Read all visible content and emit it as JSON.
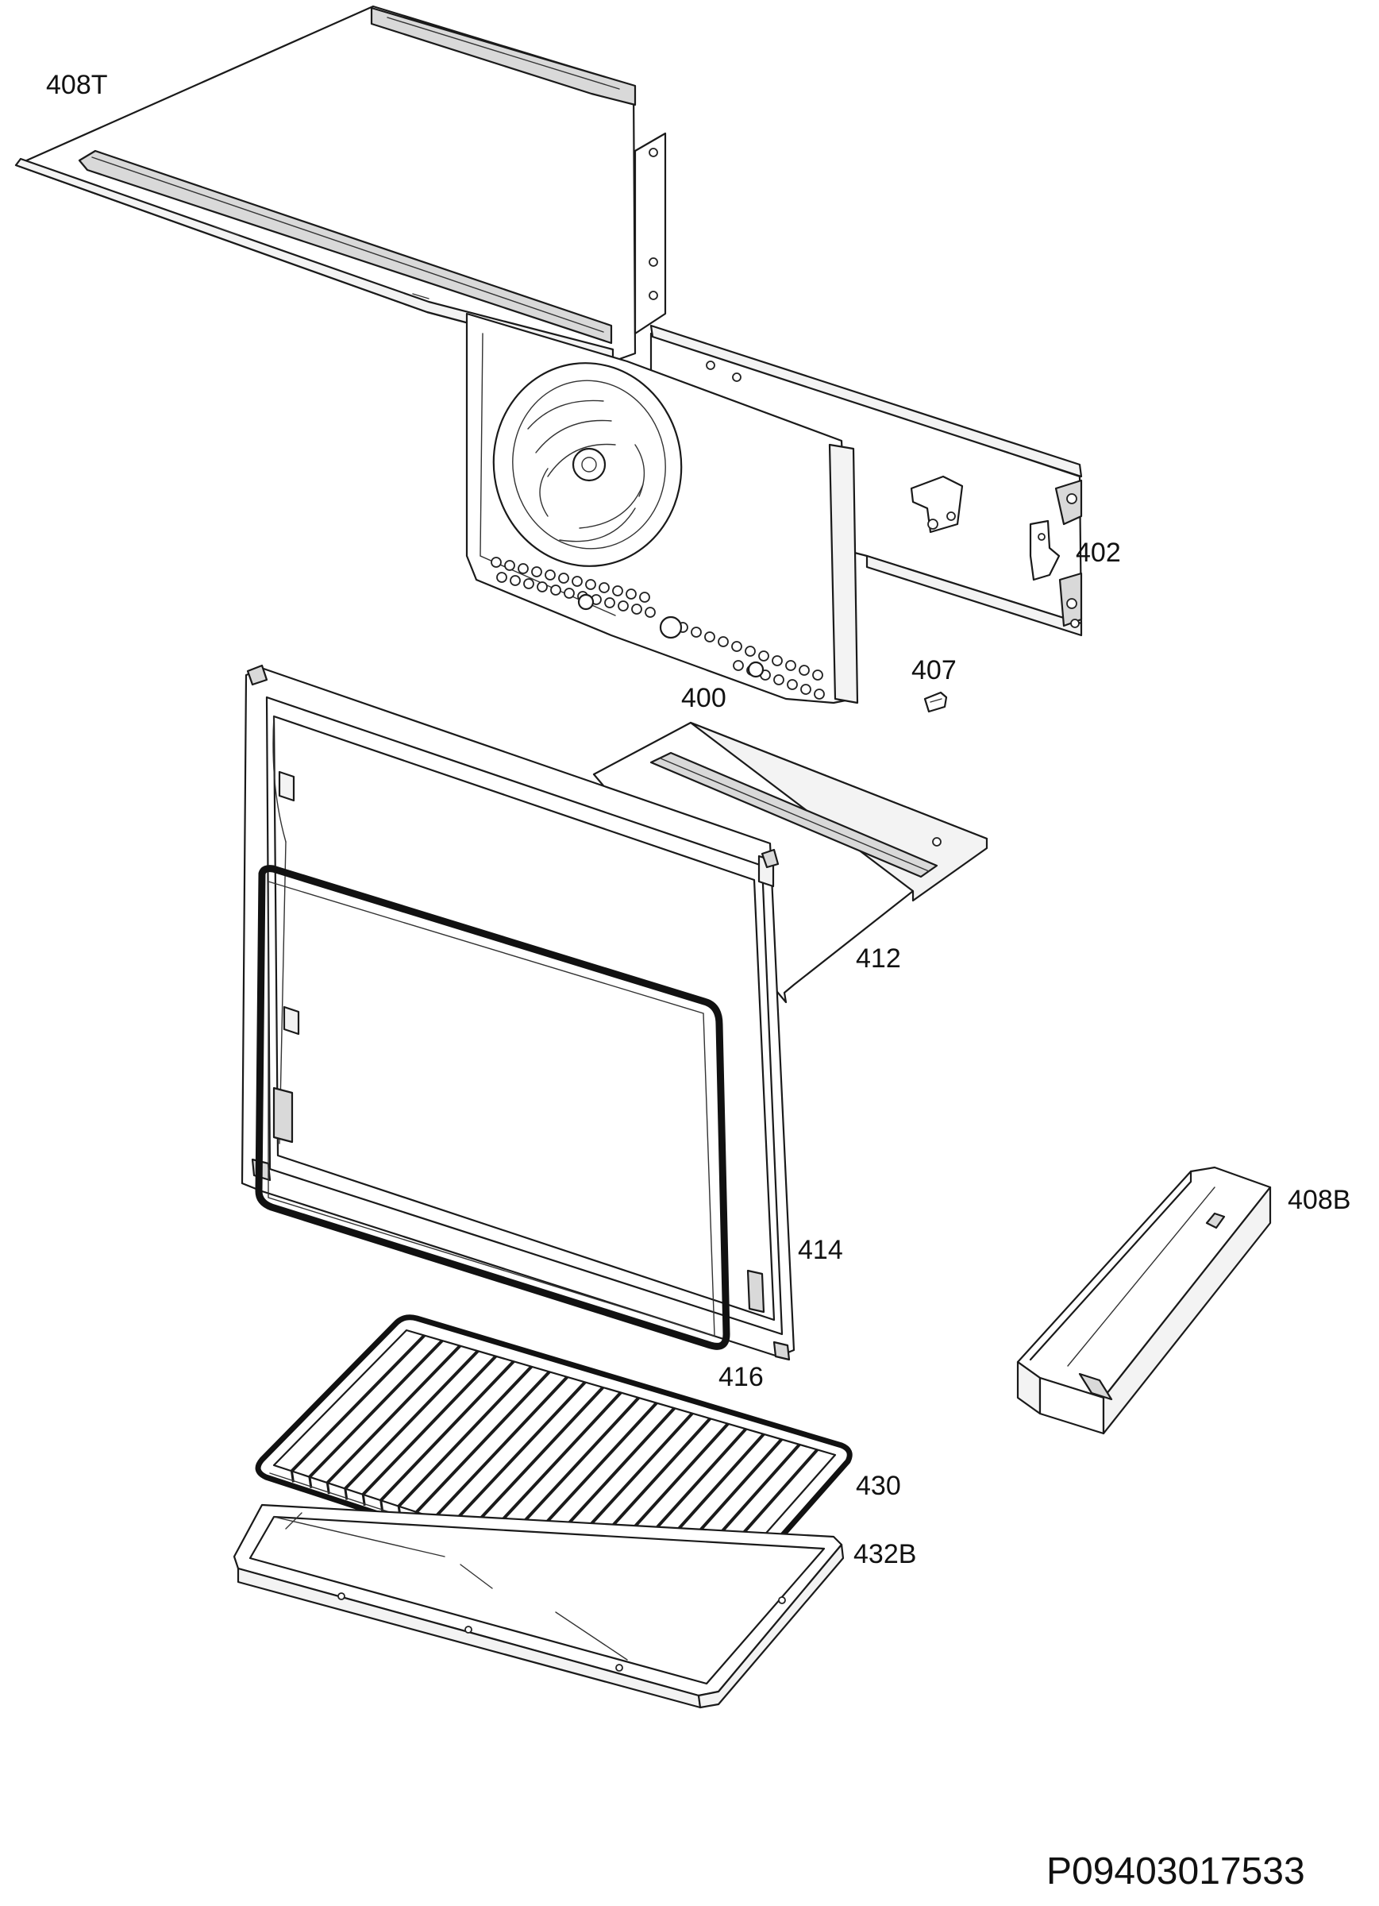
{
  "diagram": {
    "document_code": "P09403017533",
    "part_labels": {
      "top_panel": "408T",
      "back_panel": "400",
      "side_rail": "402",
      "clip": "407",
      "bottom_panel": "412",
      "door_frame": "414",
      "gasket": "416",
      "bottom_trough": "408B",
      "wire_rack": "430",
      "baking_tray": "432B"
    }
  }
}
